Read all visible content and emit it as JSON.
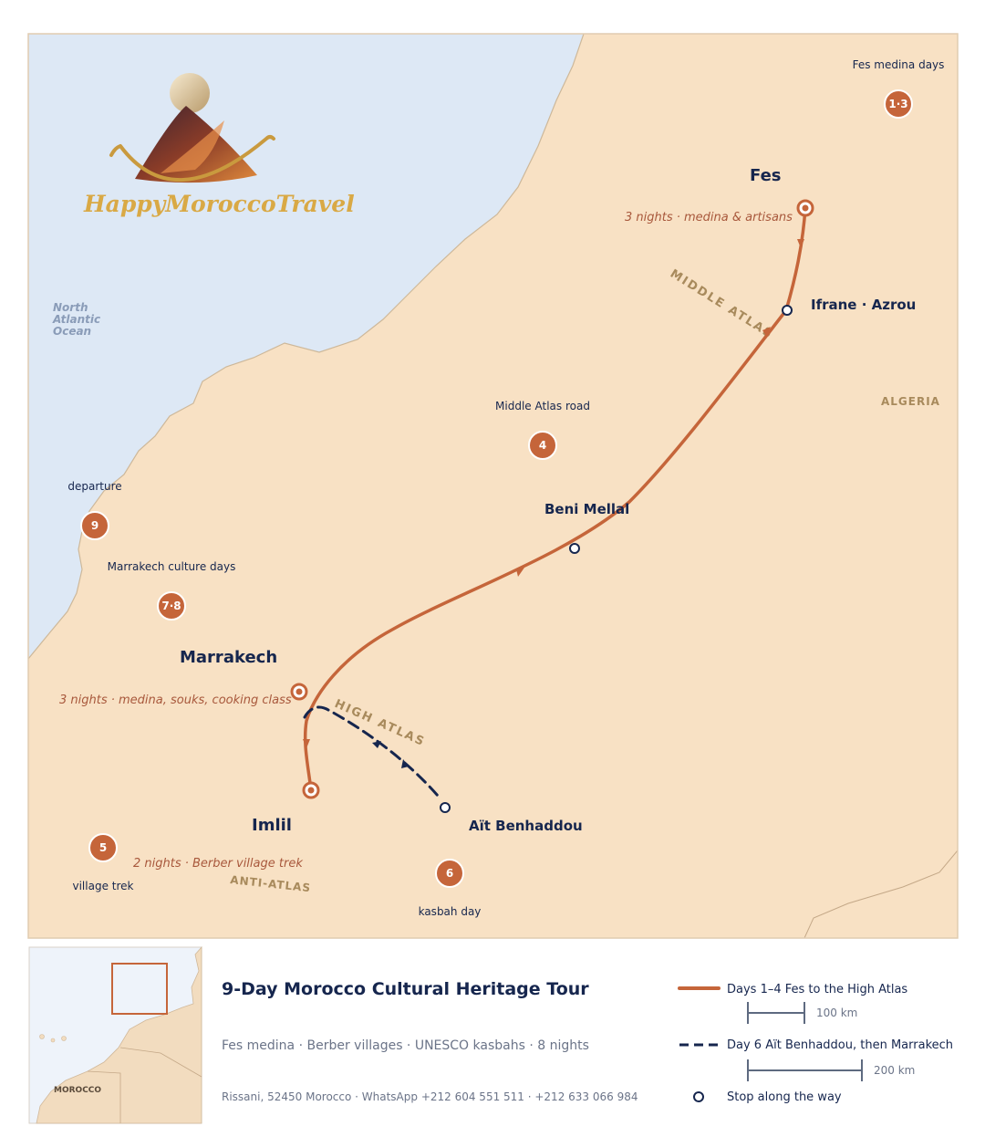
{
  "brand": {
    "name": "HappyMoroccoTravel"
  },
  "map": {
    "ocean_label": [
      "North",
      "Atlantic",
      "Ocean"
    ],
    "country_label": "ALGERIA",
    "ranges": {
      "middle_atlas": "MIDDLE ATLAS",
      "high_atlas": "HIGH ATLAS",
      "anti_atlas": "ANTI-ATLAS"
    },
    "cities": {
      "fes": {
        "name": "Fes",
        "note": "3 nights · medina & artisans"
      },
      "ifrane": {
        "name": "Ifrane · Azrou"
      },
      "beni_mellal": {
        "name": "Beni Mellal"
      },
      "marrakech": {
        "name": "Marrakech",
        "note": "3 nights · medina, souks, cooking class"
      },
      "imlil": {
        "name": "Imlil",
        "note": "2 nights · Berber village trek"
      },
      "ait_benhaddou": {
        "name": "Aït Benhaddou"
      }
    },
    "day_badges": [
      {
        "badge": "1·3",
        "caption": "Fes medina days"
      },
      {
        "badge": "4",
        "caption": "Middle Atlas road"
      },
      {
        "badge": "9",
        "caption": "departure"
      },
      {
        "badge": "7·8",
        "caption": "Marrakech culture days"
      },
      {
        "badge": "5",
        "caption": "village trek"
      },
      {
        "badge": "6",
        "caption": "kasbah day"
      }
    ]
  },
  "inset": {
    "country_label": "MOROCCO"
  },
  "footer": {
    "title": "9-Day Morocco Cultural Heritage Tour",
    "subtitle": "Fes medina · Berber villages · UNESCO kasbahs · 8 nights",
    "contact": "Rissani, 52450 Morocco · WhatsApp +212 604 551 511 · +212 633 066 984"
  },
  "legend": {
    "solid_route": "Days 1–4  Fes to the High Atlas",
    "dashed_route": "Day 6  Aït Benhaddou, then Marrakech",
    "stop": "Stop along the way",
    "scale_100": "100 km",
    "scale_200": "200 km"
  },
  "colors": {
    "land": "#f8e1c4",
    "ocean": "#dde8f5",
    "route_solid": "#c5653a",
    "route_dashed": "#16264e",
    "badge": "#c5653a",
    "ink": "#16264e"
  }
}
